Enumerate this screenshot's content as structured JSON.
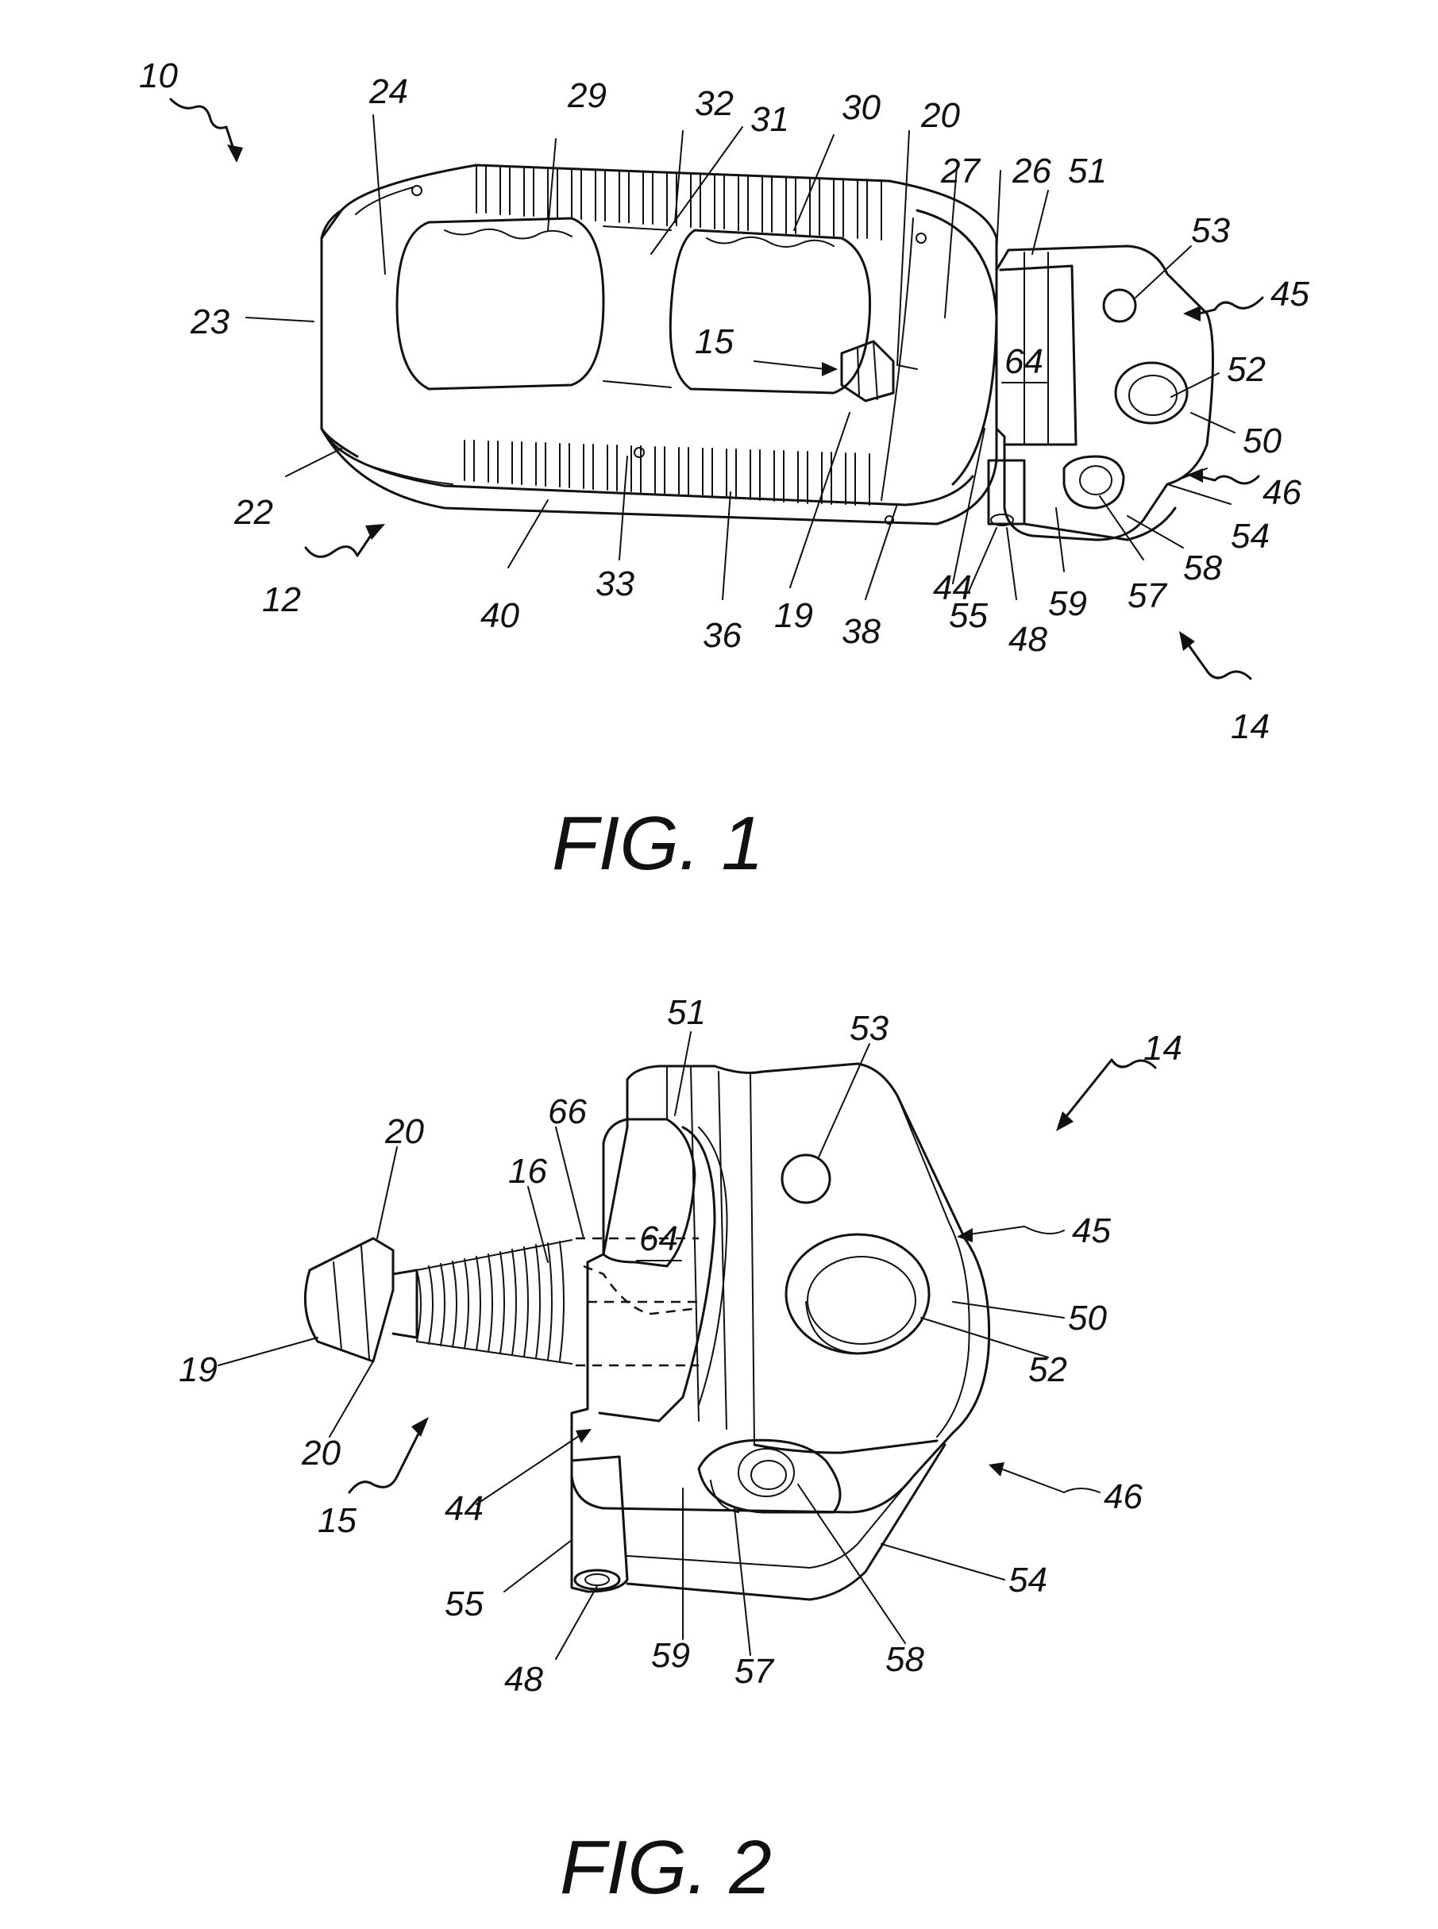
{
  "figures": [
    {
      "caption": "FIG. 1",
      "labels": {
        "l10": "10",
        "l24": "24",
        "l29": "29",
        "l32": "32",
        "l31": "31",
        "l30": "30",
        "l20": "20",
        "l27": "27",
        "l26": "26",
        "l51": "51",
        "l53": "53",
        "l45": "45",
        "l23": "23",
        "l15": "15",
        "l64": "64",
        "l52": "52",
        "l50": "50",
        "l46": "46",
        "l54": "54",
        "l58": "58",
        "l57": "57",
        "l59": "59",
        "l48": "48",
        "l55": "55",
        "l44": "44",
        "l38": "38",
        "l19": "19",
        "l36": "36",
        "l33": "33",
        "l40": "40",
        "l22": "22",
        "l12": "12",
        "l14": "14"
      }
    },
    {
      "caption": "FIG. 2",
      "labels": {
        "l51": "51",
        "l53": "53",
        "l14": "14",
        "l20a": "20",
        "l66": "66",
        "l16": "16",
        "l64": "64",
        "l45": "45",
        "l50": "50",
        "l19": "19",
        "l52": "52",
        "l20b": "20",
        "l46": "46",
        "l15": "15",
        "l44": "44",
        "l54": "54",
        "l55": "55",
        "l59": "59",
        "l57": "57",
        "l58": "58",
        "l48": "48"
      }
    }
  ],
  "style": {
    "line_color": "#111111",
    "background": "#ffffff"
  }
}
